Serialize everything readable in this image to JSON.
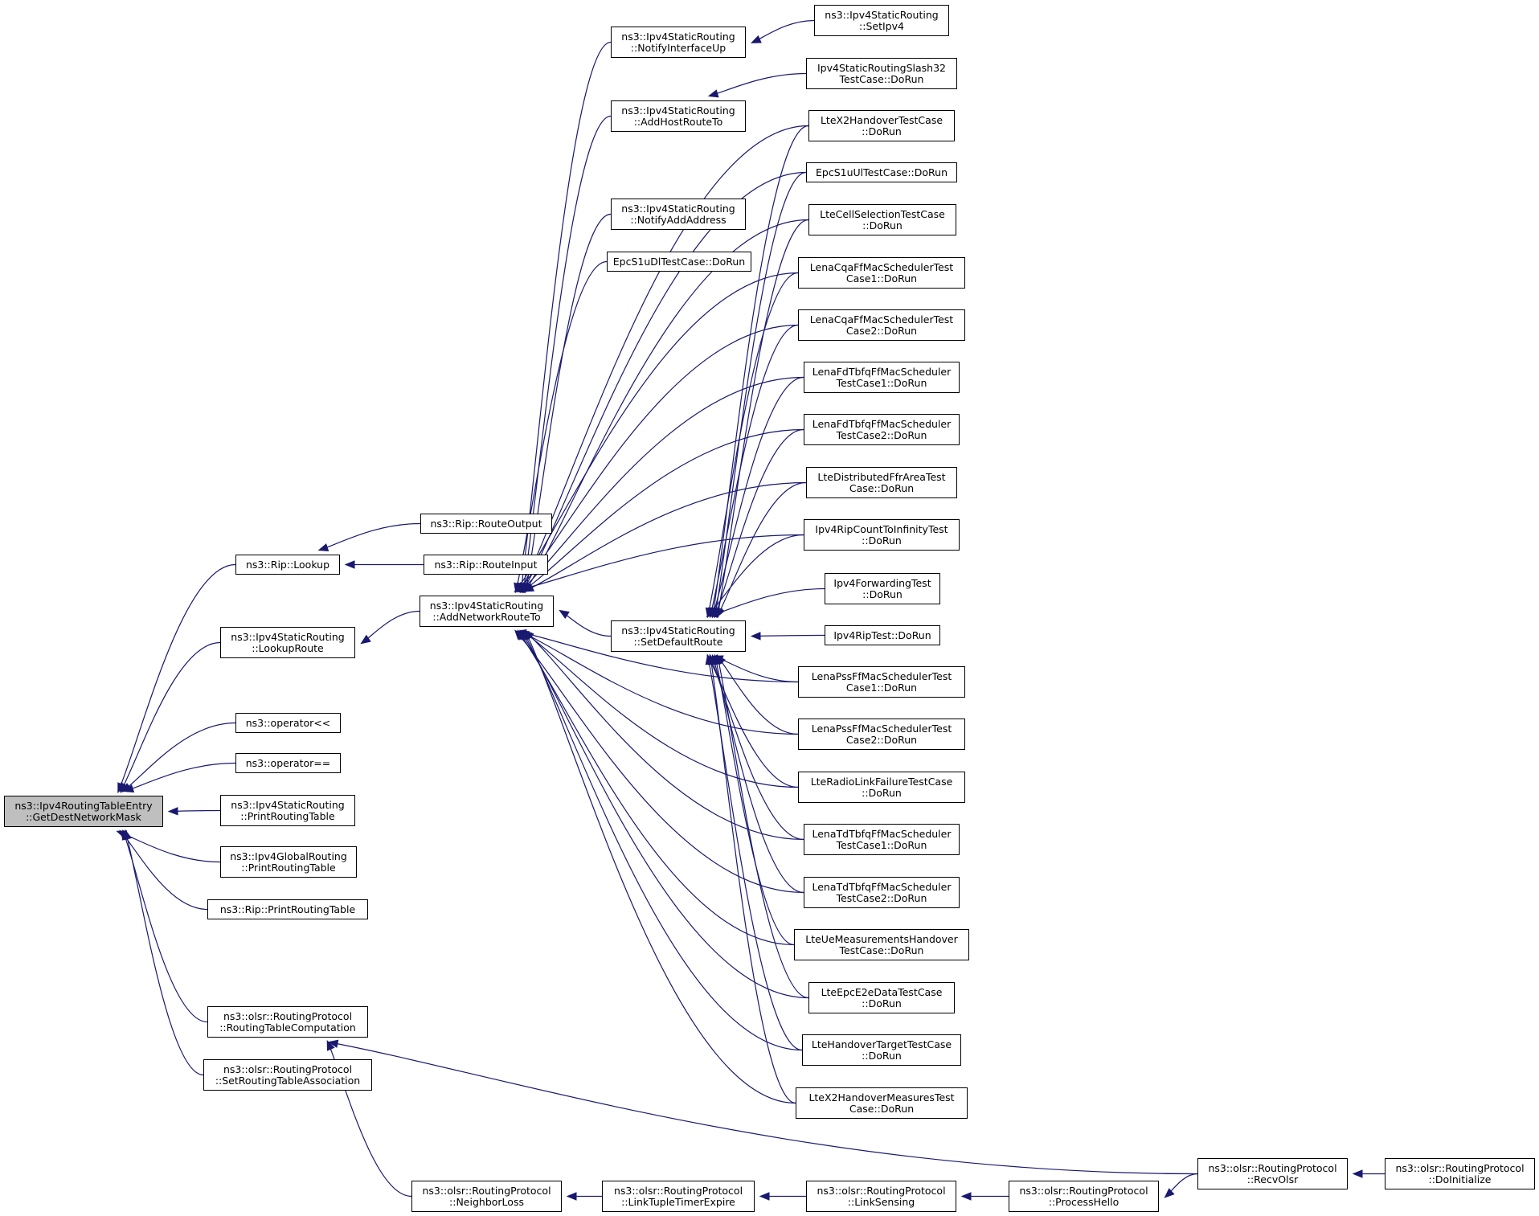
{
  "colors": {
    "edge": "#191970",
    "root_fill": "#bfbfbf",
    "node_fill": "#ffffff",
    "border": "#000000"
  },
  "nodes": {
    "root": "ns3::Ipv4RoutingTableEntry\n::GetDestNetworkMask",
    "rip_lookup": "ns3::Rip::Lookup",
    "static_lookup": "ns3::Ipv4StaticRouting\n::LookupRoute",
    "op_shift": "ns3::operator<<",
    "op_eq": "ns3::operator==",
    "static_print": "ns3::Ipv4StaticRouting\n::PrintRoutingTable",
    "global_print": "ns3::Ipv4GlobalRouting\n::PrintRoutingTable",
    "rip_print": "ns3::Rip::PrintRoutingTable",
    "olsr_rtc": "ns3::olsr::RoutingProtocol\n::RoutingTableComputation",
    "olsr_srta": "ns3::olsr::RoutingProtocol\n::SetRoutingTableAssociation",
    "rip_out": "ns3::Rip::RouteOutput",
    "rip_in": "ns3::Rip::RouteInput",
    "addnet": "ns3::Ipv4StaticRouting\n::AddNetworkRouteTo",
    "notify_up": "ns3::Ipv4StaticRouting\n::NotifyInterfaceUp",
    "set_ipv4": "ns3::Ipv4StaticRouting\n::SetIpv4",
    "add_host": "ns3::Ipv4StaticRouting\n::AddHostRouteTo",
    "notify_addr": "ns3::Ipv4StaticRouting\n::NotifyAddAddress",
    "epc_dl": "EpcS1uDlTestCase::DoRun",
    "setdef": "ns3::Ipv4StaticRouting\n::SetDefaultRoute",
    "slash32": "Ipv4StaticRoutingSlash32\nTestCase::DoRun",
    "x2ho": "LteX2HandoverTestCase\n::DoRun",
    "epc_ul": "EpcS1uUlTestCase::DoRun",
    "cellsel": "LteCellSelectionTestCase\n::DoRun",
    "cqa1": "LenaCqaFfMacSchedulerTest\nCase1::DoRun",
    "cqa2": "LenaCqaFfMacSchedulerTest\nCase2::DoRun",
    "fdtbfq1": "LenaFdTbfqFfMacScheduler\nTestCase1::DoRun",
    "fdtbfq2": "LenaFdTbfqFfMacScheduler\nTestCase2::DoRun",
    "ffrarea": "LteDistributedFfrAreaTest\nCase::DoRun",
    "ripinf": "Ipv4RipCountToInfinityTest\n::DoRun",
    "fwd": "Ipv4ForwardingTest\n::DoRun",
    "riptest": "Ipv4RipTest::DoRun",
    "pss1": "LenaPssFfMacSchedulerTest\nCase1::DoRun",
    "pss2": "LenaPssFfMacSchedulerTest\nCase2::DoRun",
    "rlf": "LteRadioLinkFailureTestCase\n::DoRun",
    "tdtbfq1": "LenaTdTbfqFfMacScheduler\nTestCase1::DoRun",
    "tdtbfq2": "LenaTdTbfqFfMacScheduler\nTestCase2::DoRun",
    "uemeas": "LteUeMeasurementsHandover\nTestCase::DoRun",
    "e2e": "LteEpcE2eDataTestCase\n::DoRun",
    "hotarget": "LteHandoverTargetTestCase\n::DoRun",
    "x2meas": "LteX2HandoverMeasuresTest\nCase::DoRun",
    "nloss": "ns3::olsr::RoutingProtocol\n::NeighborLoss",
    "ltte": "ns3::olsr::RoutingProtocol\n::LinkTupleTimerExpire",
    "lsense": "ns3::olsr::RoutingProtocol\n::LinkSensing",
    "phello": "ns3::olsr::RoutingProtocol\n::ProcessHello",
    "recv": "ns3::olsr::RoutingProtocol\n::RecvOlsr",
    "doinit": "ns3::olsr::RoutingProtocol\n::DoInitialize"
  }
}
